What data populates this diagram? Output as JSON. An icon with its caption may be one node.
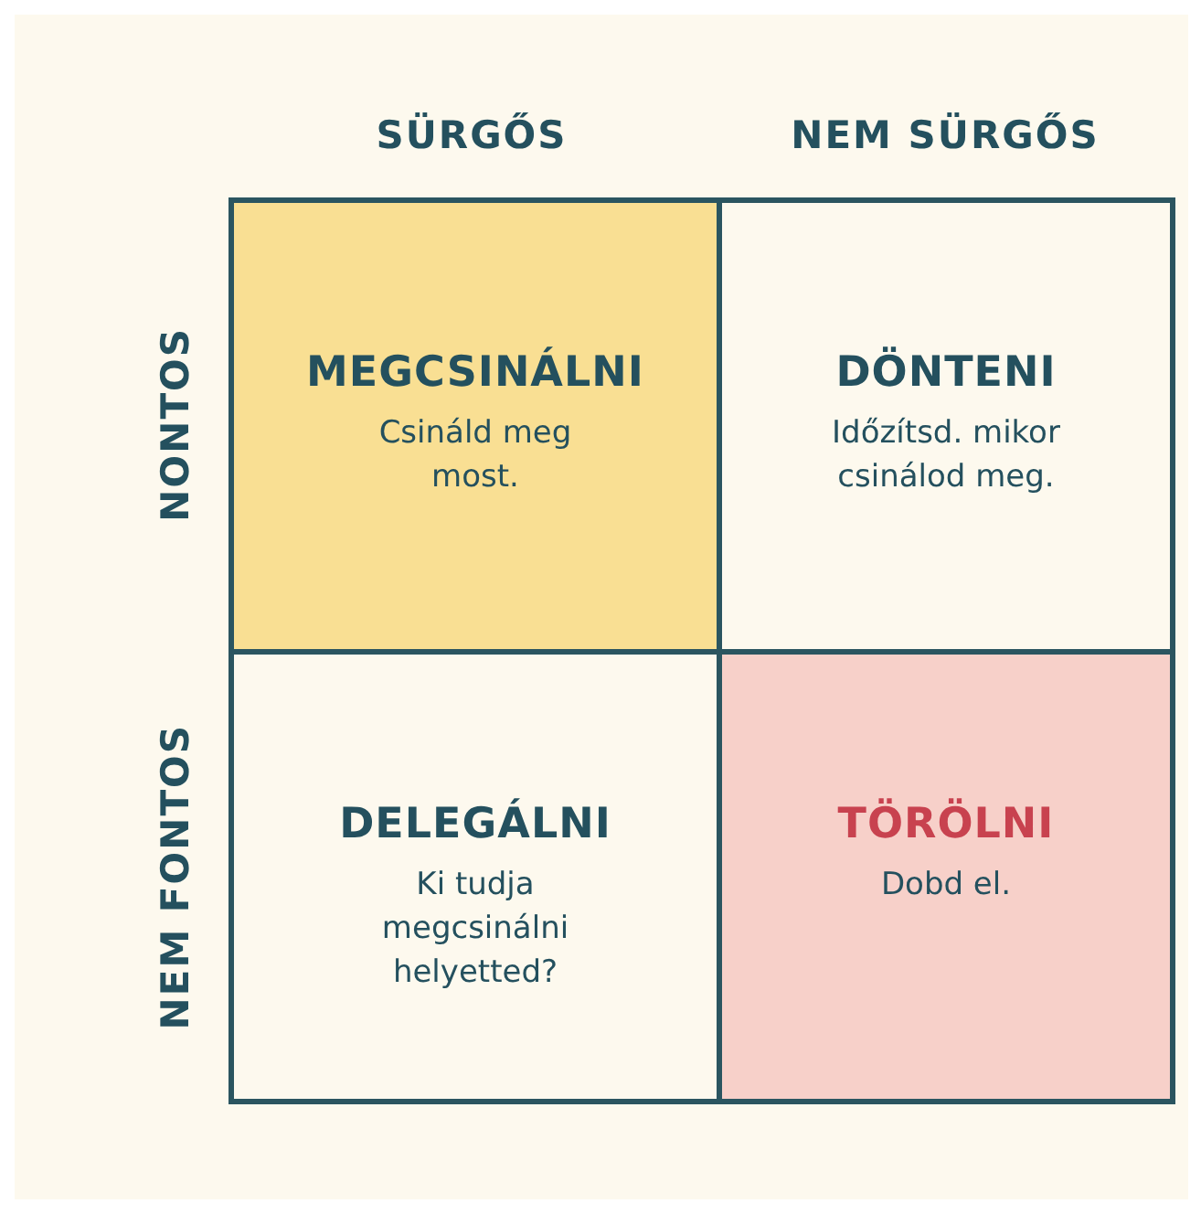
{
  "diagram": {
    "nodes": [
      {
        "text": [
          "MEGCSINÁLNI",
          "Csináld meg most."
        ]
      },
      {
        "text": [
          "DÖNTENI",
          "Időzítsd. mikor csinálod meg."
        ]
      },
      {
        "text": [
          "DELEGÁLNI",
          "Ki tudja megcsinálni helyetted?"
        ]
      },
      {
        "text": [
          "TÖRÖLNI",
          "Dobd el."
        ]
      }
    ],
    "edges": [],
    "labels": [
      "SÜRGŐS",
      "NEM SÜRGŐS",
      "NONTOS",
      "NEM FONTOS"
    ]
  }
}
